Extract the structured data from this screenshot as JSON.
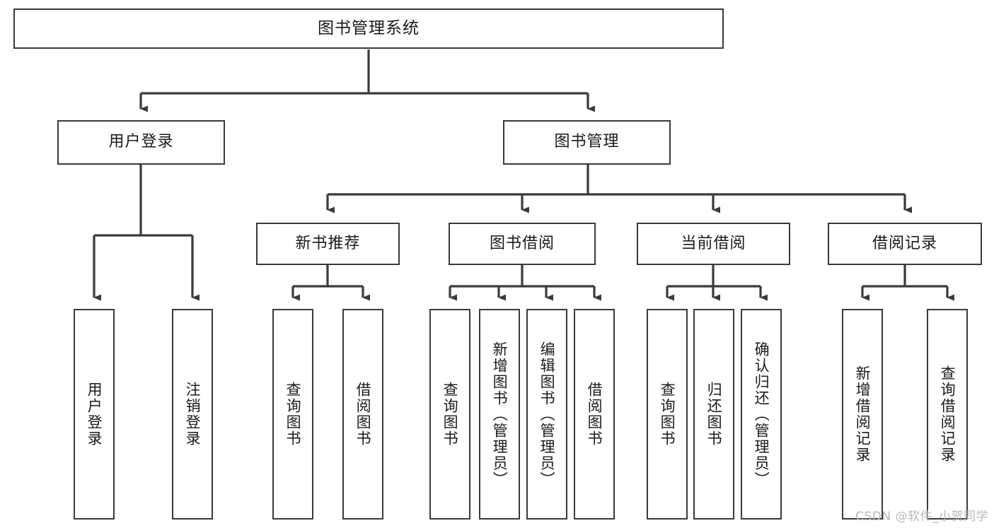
{
  "diagram": {
    "title": "图书管理系统",
    "type": "tree",
    "watermark": "CSDN @软件_小贺同学",
    "colors": {
      "stroke": "#3a3a3a",
      "fill": "#ffffff",
      "text": "#1a1a1a",
      "watermark": "#b9b9b9"
    },
    "root": {
      "label": "图书管理系统"
    },
    "level2": [
      {
        "id": "user-login",
        "label": "用户登录"
      },
      {
        "id": "book-management",
        "label": "图书管理"
      }
    ],
    "level3": [
      {
        "id": "new-book-recommend",
        "label": "新书推荐"
      },
      {
        "id": "book-borrow",
        "label": "图书借阅"
      },
      {
        "id": "current-borrow",
        "label": "当前借阅"
      },
      {
        "id": "borrow-record",
        "label": "借阅记录"
      }
    ],
    "leaves": {
      "user_login": [
        {
          "id": "leaf-user-login",
          "label": "用户登录"
        },
        {
          "id": "leaf-logout",
          "label": "注销登录"
        }
      ],
      "new_book_recommend": [
        {
          "id": "leaf-query-book-1",
          "label": "查询图书"
        },
        {
          "id": "leaf-borrow-book-1",
          "label": "借阅图书"
        }
      ],
      "book_borrow": [
        {
          "id": "leaf-query-book-2",
          "label": "查询图书"
        },
        {
          "id": "leaf-add-book",
          "label": "新增图书（管理员）"
        },
        {
          "id": "leaf-edit-book",
          "label": "编辑图书（管理员）"
        },
        {
          "id": "leaf-borrow-book-2",
          "label": "借阅图书"
        }
      ],
      "current_borrow": [
        {
          "id": "leaf-query-book-3",
          "label": "查询图书"
        },
        {
          "id": "leaf-return-book",
          "label": "归还图书"
        },
        {
          "id": "leaf-confirm-return",
          "label": "确认归还（管理员）"
        }
      ],
      "borrow_record": [
        {
          "id": "leaf-add-record",
          "label": "新增借阅记录"
        },
        {
          "id": "leaf-query-record",
          "label": "查询借阅记录"
        }
      ]
    }
  }
}
